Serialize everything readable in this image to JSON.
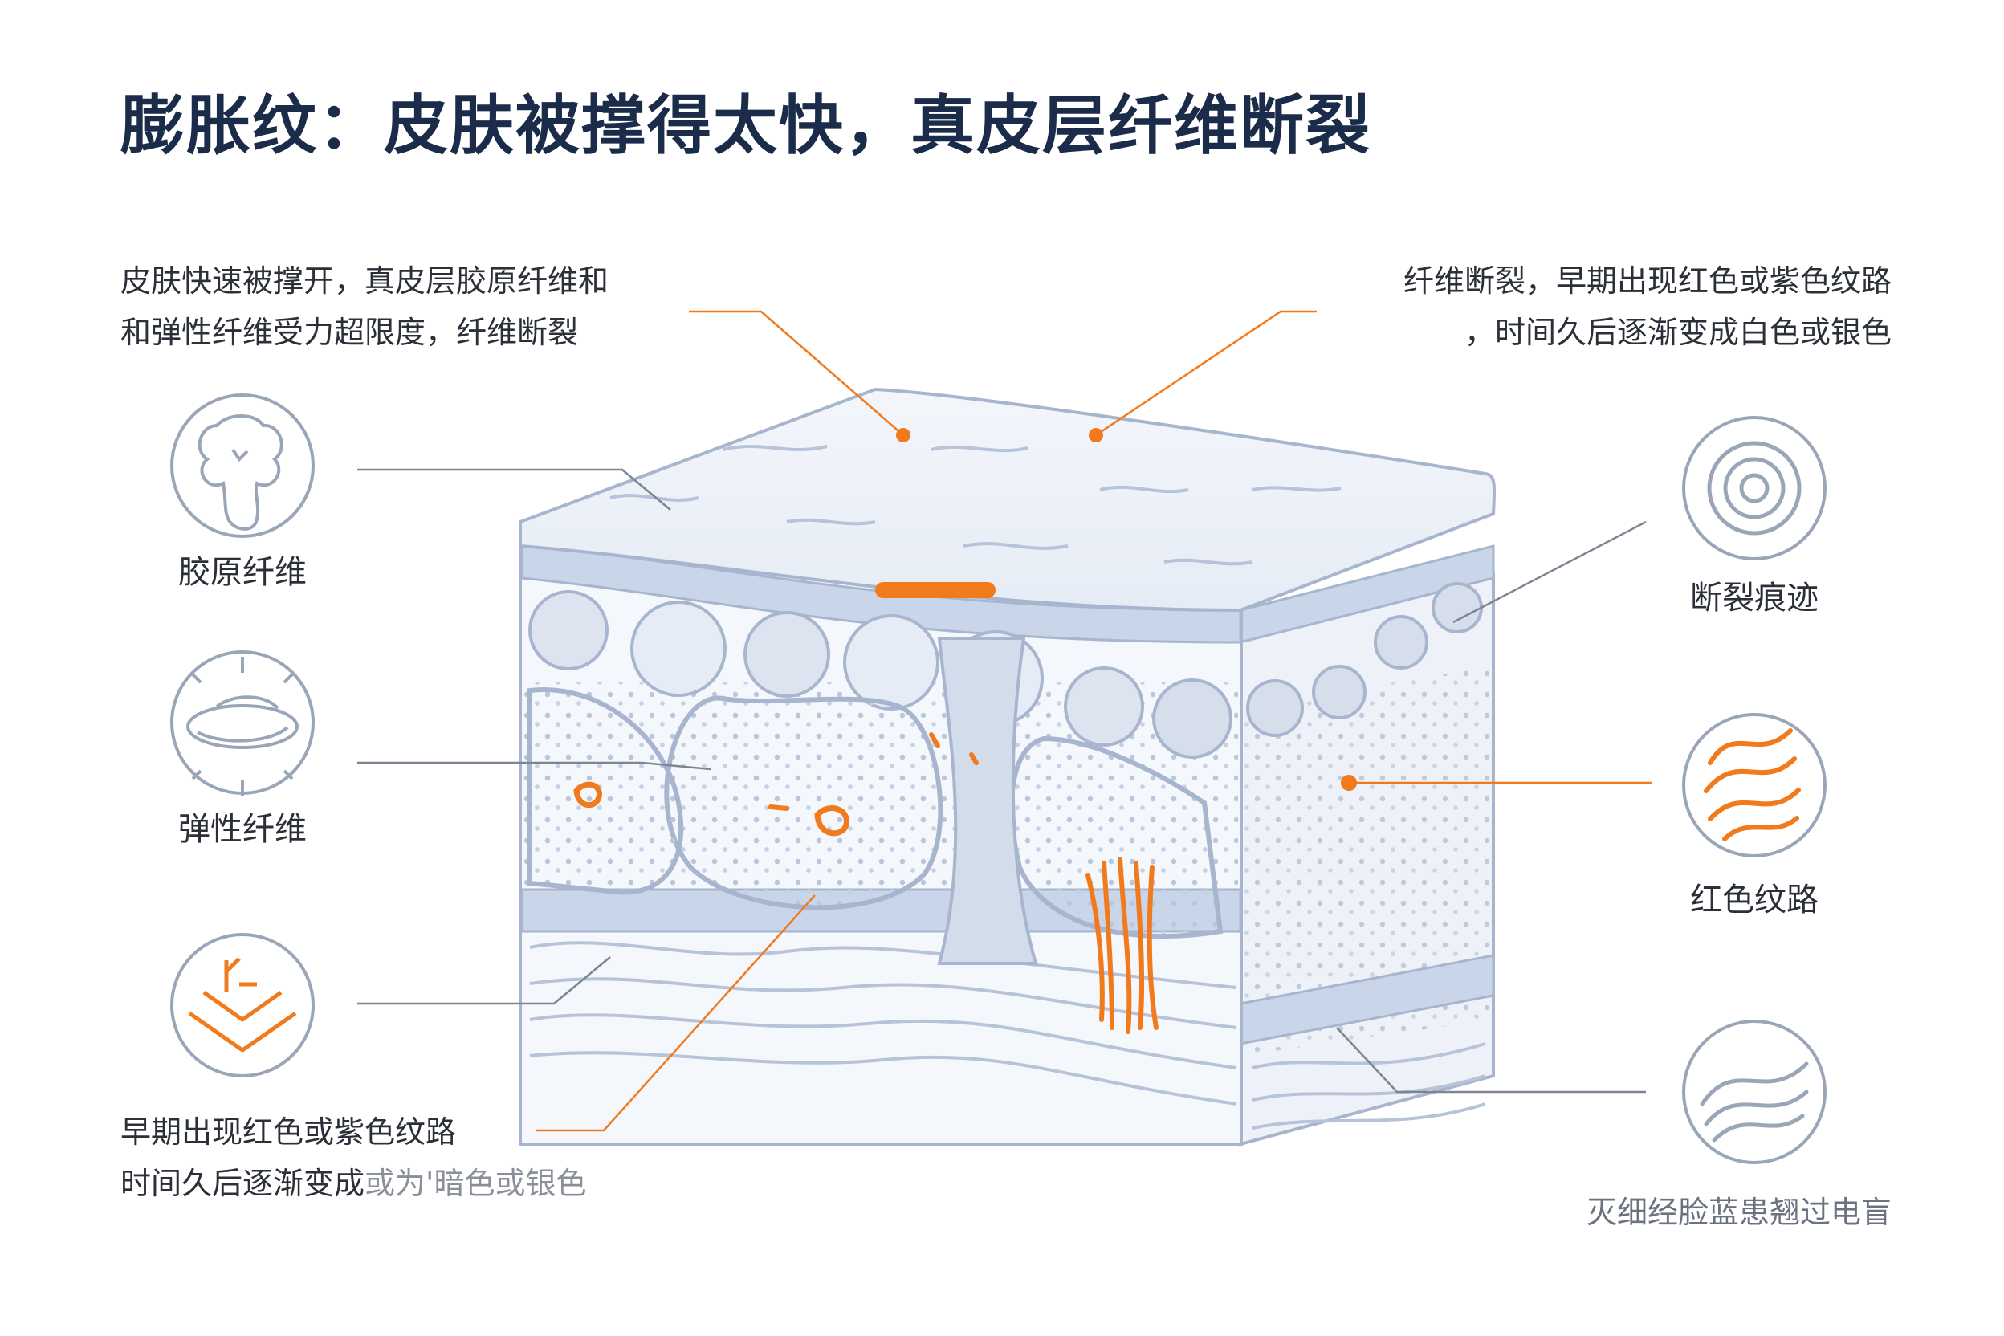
{
  "title": "膨胀纹：皮肤被撑得太快，真皮层纤维断裂",
  "notes": {
    "top_left": [
      "皮肤快速被撑开，真皮层胶原纤维和",
      "和弹性纤维受力超限度，纤维断裂"
    ],
    "top_right": [
      "纤维断裂，早期出现红色或紫色纹路",
      "，时间久后逐渐变成白色或银色"
    ],
    "bottom_left": [
      "早期出现红色或紫色纹路",
      "时间久后逐渐变成",
      "或为'暗色或银色"
    ],
    "bottom_right": "灭细经脸蓝患翘过电盲"
  },
  "icons": {
    "left": [
      {
        "name": "collagen-fiber-icon",
        "label": "胶原纤维"
      },
      {
        "name": "elastic-fiber-icon",
        "label": "弹性纤维"
      },
      {
        "name": "fiber-break-icon",
        "label": ""
      }
    ],
    "right": [
      {
        "name": "concentric-rings-icon",
        "label": "断裂痕迹"
      },
      {
        "name": "red-wavy-lines-icon",
        "label": "红色纹路"
      },
      {
        "name": "gray-wavy-lines-icon",
        "label": ""
      }
    ]
  },
  "colors": {
    "title": "#1b2b4a",
    "accent": "#f07a1c",
    "tissue_blue": "#c9d5e8",
    "outline": "#a7b6ce",
    "icon_stroke": "#9aa6b8"
  }
}
